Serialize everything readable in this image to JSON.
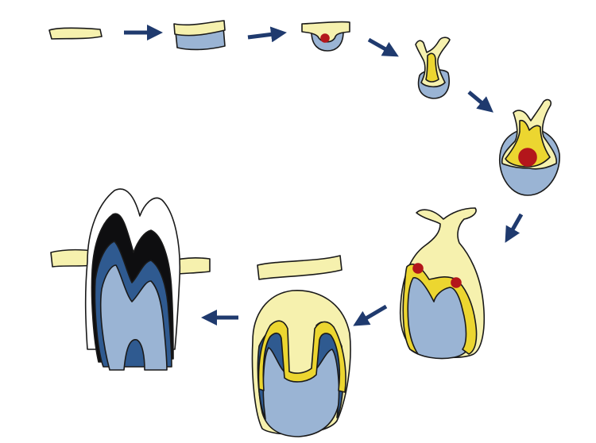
{
  "colors": {
    "background": "#ffffff",
    "epithelium_pale": "#f6f1ae",
    "epithelium_yellow": "#ecd630",
    "mesenchyme_blue": "#9ab4d4",
    "dark_blue": "#2f5a90",
    "enamel_black": "#0e0e10",
    "outline": "#1a1a1a",
    "arrow_navy": "#1f3a6e",
    "signaling_center_red": "#b3161b"
  },
  "stages": [
    {
      "id": "lamina",
      "label": ""
    },
    {
      "id": "placode",
      "label": ""
    },
    {
      "id": "early-bud",
      "label": ""
    },
    {
      "id": "bud",
      "label": ""
    },
    {
      "id": "late-bud",
      "label": ""
    },
    {
      "id": "cap",
      "label": ""
    },
    {
      "id": "bell",
      "label": ""
    },
    {
      "id": "erupted-tooth",
      "label": ""
    }
  ],
  "arrows": 7
}
